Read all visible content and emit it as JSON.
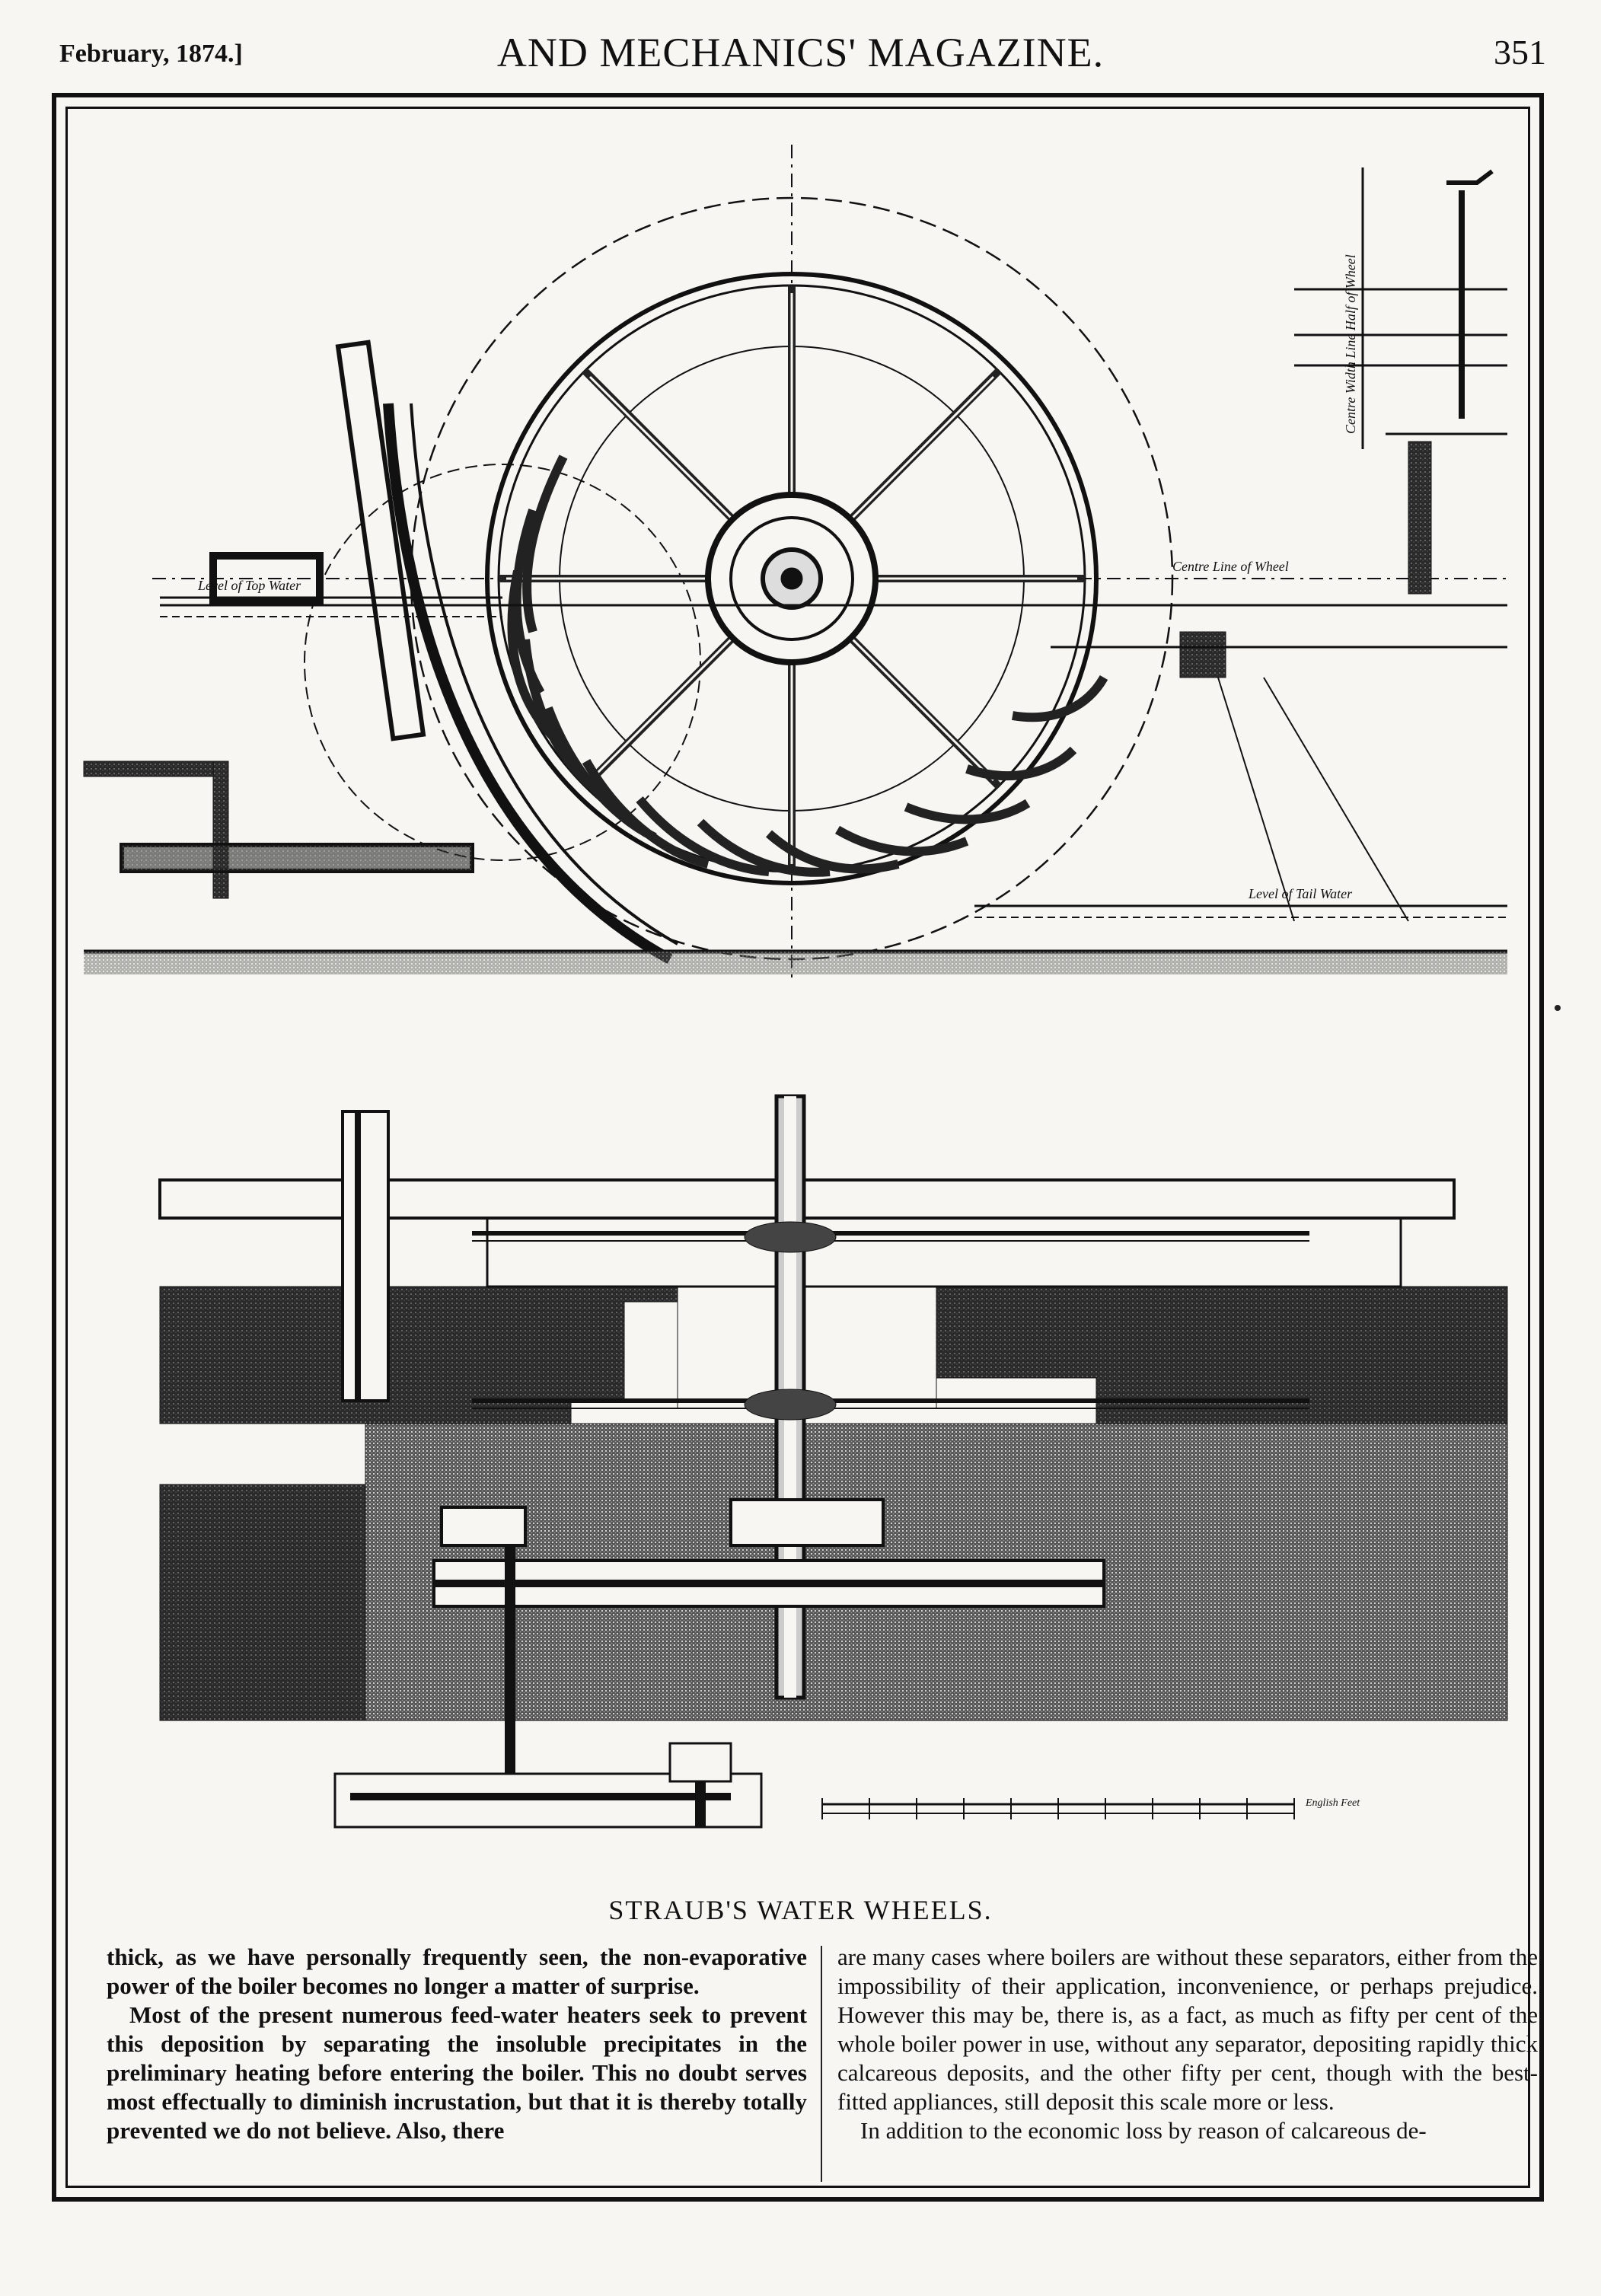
{
  "header": {
    "date": "February, 1874.]",
    "title": "AND MECHANICS' MAGAZINE.",
    "page_number": "351"
  },
  "figure": {
    "caption": "STRAUB'S WATER WHEELS.",
    "labels": {
      "head_water": "Level of Top Water",
      "tail_water": "Level of Tail Water",
      "centre_wheel": "Centre Line of Wheel",
      "centre_width": "Centre Width Line Half of Wheel",
      "scale": "English Feet"
    }
  },
  "text": {
    "left_column": [
      "thick, as we have personally frequently seen, the non-evaporative power of the boiler becomes no longer a matter of surprise.",
      "Most of the present numerous feed-water heaters seek to prevent this deposition by separating the insoluble precipitates in the preliminary heating before entering the boiler. This no doubt serves most effectually to diminish incrustation, but that it is thereby totally prevented we do not believe. Also, there"
    ],
    "right_column": [
      "are many cases where boilers are without these separators, either from the impossibility of their application, inconvenience, or perhaps prejudice. However this may be, there is, as a fact, as much as fifty per cent of the whole boiler power in use, without any separator, depositing rapidly thick calcareous deposits, and the other fifty per cent, though with the best-fitted appliances, still deposit this scale more or less.",
      "In addition to the economic loss by reason of calcareous de-"
    ]
  }
}
